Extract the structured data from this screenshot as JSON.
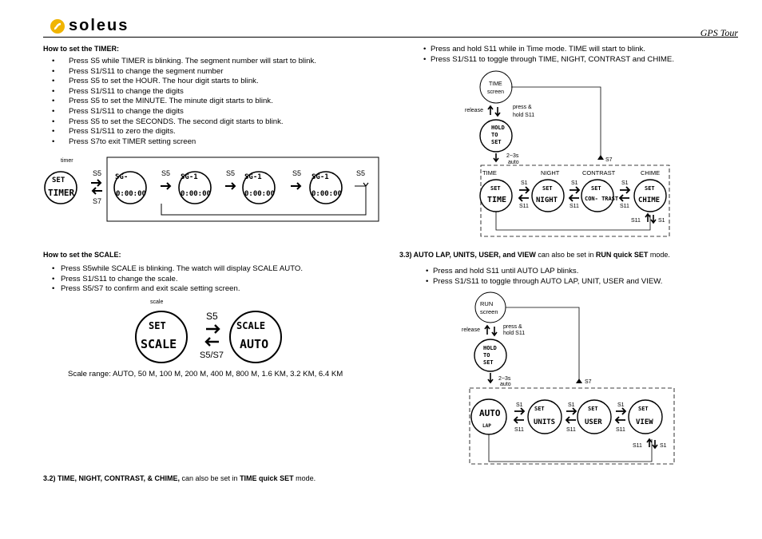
{
  "header": {
    "brand": "soleus",
    "title": "GPS Tour"
  },
  "timer": {
    "heading": "How to set the TIMER:",
    "steps": [
      "Press S5 while TIMER is blinking. The segment number will start to blink.",
      "Press S1/S11 to change the segment number",
      "Press S5 to set the HOUR. The hour digit starts to blink.",
      "Press S1/S11 to change the digits",
      "Press S5 to set the MINUTE. The minute digit starts to blink.",
      "Press S1/S11 to change the digits",
      "Press S5 to set the SECONDS. The second digit starts to blink.",
      "Press S1/S11 to zero the digits.",
      "Press S7to exit TIMER setting screen"
    ],
    "diagram": {
      "caption": "timer",
      "screen_top": "SET",
      "screen_main": "TIMER",
      "seg_label": "SG-",
      "seg_label_num": "SG-1",
      "time_digits": "0:00:00",
      "btn_s5": "S5",
      "btn_s7": "S7"
    }
  },
  "scale": {
    "heading": "How to set the SCALE:",
    "steps": [
      "Press S5while SCALE is blinking. The watch will display SCALE AUTO.",
      "Press S1/S11 to change the scale.",
      "Press S5/S7 to confirm and exit  scale setting screen."
    ],
    "diagram": {
      "caption": "scale",
      "screen1_top": "SET",
      "screen1_main": "SCALE",
      "screen2_top": "SCALE",
      "screen2_main": "AUTO",
      "btn_s5": "S5",
      "btn_s5s7": "S5/S7"
    },
    "range": "Scale range: AUTO, 50 M, 100 M, 200 M, 400 M, 800 M, 1.6 KM, 3.2 KM, 6.4 KM"
  },
  "time_quick": {
    "heading_bold": "3.2) TIME, NIGHT, CONTRAST, & CHIME,",
    "heading_normal": " can also be set in ",
    "heading_mode_bold": "TIME quick SET",
    "heading_end": " mode.",
    "steps": [
      "Press and hold S11 while in Time mode. TIME will start to blink.",
      "Press S1/S11 to toggle through TIME, NIGHT, CONTRAST and CHIME."
    ],
    "diagram": {
      "start_l1": "TIME",
      "start_l2": "screen",
      "release": "release",
      "press_hold_l1": "press &",
      "press_hold_l2": "hold S11",
      "hold_l1": "HOLD",
      "hold_l2": "TO",
      "hold_l3": "SET",
      "auto_l1": "2~3s",
      "auto_l2": "auto",
      "s7": "S7",
      "s1": "S1",
      "s11": "S11",
      "loop_s11": "S11",
      "loop_s1": "S1",
      "cols": [
        "TIME",
        "NIGHT",
        "CONTRAST",
        "CHIME"
      ],
      "set": "SET",
      "screens": [
        "TIME",
        "NIGHT",
        "CON-\nTRAST",
        "CHIME"
      ]
    }
  },
  "run_quick": {
    "heading_bold": "3.3) AUTO LAP, UNITS, USER, and VIEW",
    "heading_normal": " can also be set in ",
    "heading_mode_bold": "RUN quick SET",
    "heading_end": " mode.",
    "steps": [
      "Press and hold S11 until AUTO LAP blinks.",
      "Press S1/S11 to toggle through AUTO LAP, UNIT, USER and VIEW."
    ],
    "diagram": {
      "start_l1": "RUN",
      "start_l2": "screen",
      "release": "release",
      "press_hold_l1": "press &",
      "press_hold_l2": "hold S11",
      "hold_l1": "HOLD",
      "hold_l2": "TO",
      "hold_l3": "SET",
      "auto_l1": "2~3s",
      "auto_l2": "auto",
      "s7": "S7",
      "s1": "S1",
      "s11": "S11",
      "loop_s11": "S11",
      "loop_s1": "S1",
      "set": "SET",
      "auto_top": "AUTO",
      "auto_sub": "LAP",
      "screens": [
        "UNITS",
        "USER",
        "VIEW"
      ]
    }
  }
}
